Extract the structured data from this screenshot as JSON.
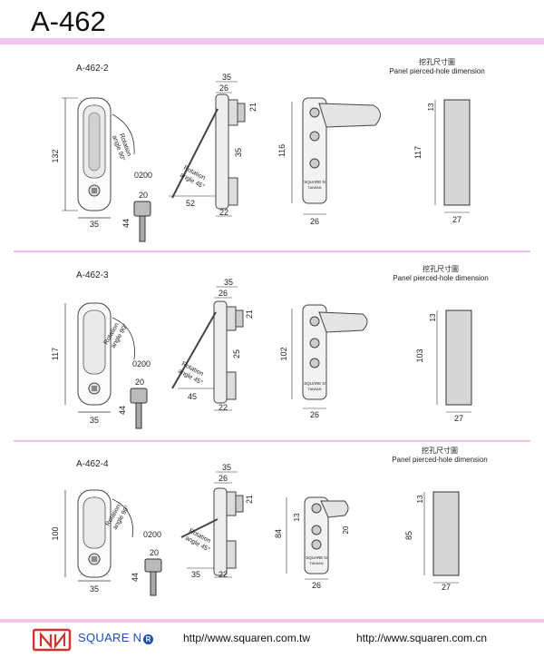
{
  "title": "A-462",
  "panel_label_cn": "挖孔尺寸圖",
  "panel_label_en": "Panel pierced-hole  dimension",
  "rotation_90": [
    "Rotation",
    "angle 90°"
  ],
  "rotation_45": [
    "Rotation",
    "angle 45°"
  ],
  "engraving": [
    "SQUARE N",
    "TAIWAN"
  ],
  "key_code": "0200",
  "sections": [
    {
      "model": "A-462-2",
      "front": {
        "height": "132",
        "width": "35"
      },
      "key": {
        "width": "20",
        "length": "44"
      },
      "side": {
        "top_width": "35",
        "inner_width": "26",
        "right_small": "21",
        "mid": "35",
        "bottom_width": "22",
        "open_width": "52"
      },
      "rear": {
        "height": "116",
        "width": "26"
      },
      "cutout": {
        "height": "117",
        "width": "27",
        "small": "13"
      }
    },
    {
      "model": "A-462-3",
      "front": {
        "height": "117",
        "width": "35"
      },
      "key": {
        "width": "20",
        "length": "44"
      },
      "side": {
        "top_width": "35",
        "inner_width": "26",
        "right_small": "21",
        "mid": "25",
        "bottom_width": "22",
        "open_width": "45"
      },
      "rear": {
        "height": "102",
        "width": "26"
      },
      "cutout": {
        "height": "103",
        "width": "27",
        "small": "13"
      }
    },
    {
      "model": "A-462-4",
      "front": {
        "height": "100",
        "width": "35"
      },
      "key": {
        "width": "20",
        "length": "44"
      },
      "side": {
        "top_width": "35",
        "inner_width": "26",
        "right_small": "21",
        "bottom_width": "22",
        "open_width": "35"
      },
      "rear": {
        "height": "84",
        "width": "26",
        "small_left": "13",
        "small_right": "20"
      },
      "cutout": {
        "height": "85",
        "width": "27",
        "small": "13"
      }
    }
  ],
  "footer": {
    "brand": "SQUARE N",
    "reg_mark": "R",
    "url_tw": "http//www.squaren.com.tw",
    "url_cn": "http://www.squaren.com.cn"
  },
  "colors": {
    "band": "#f4c4ee",
    "brand_blue": "#1a4fb5",
    "logo_red": "#d2312b"
  }
}
